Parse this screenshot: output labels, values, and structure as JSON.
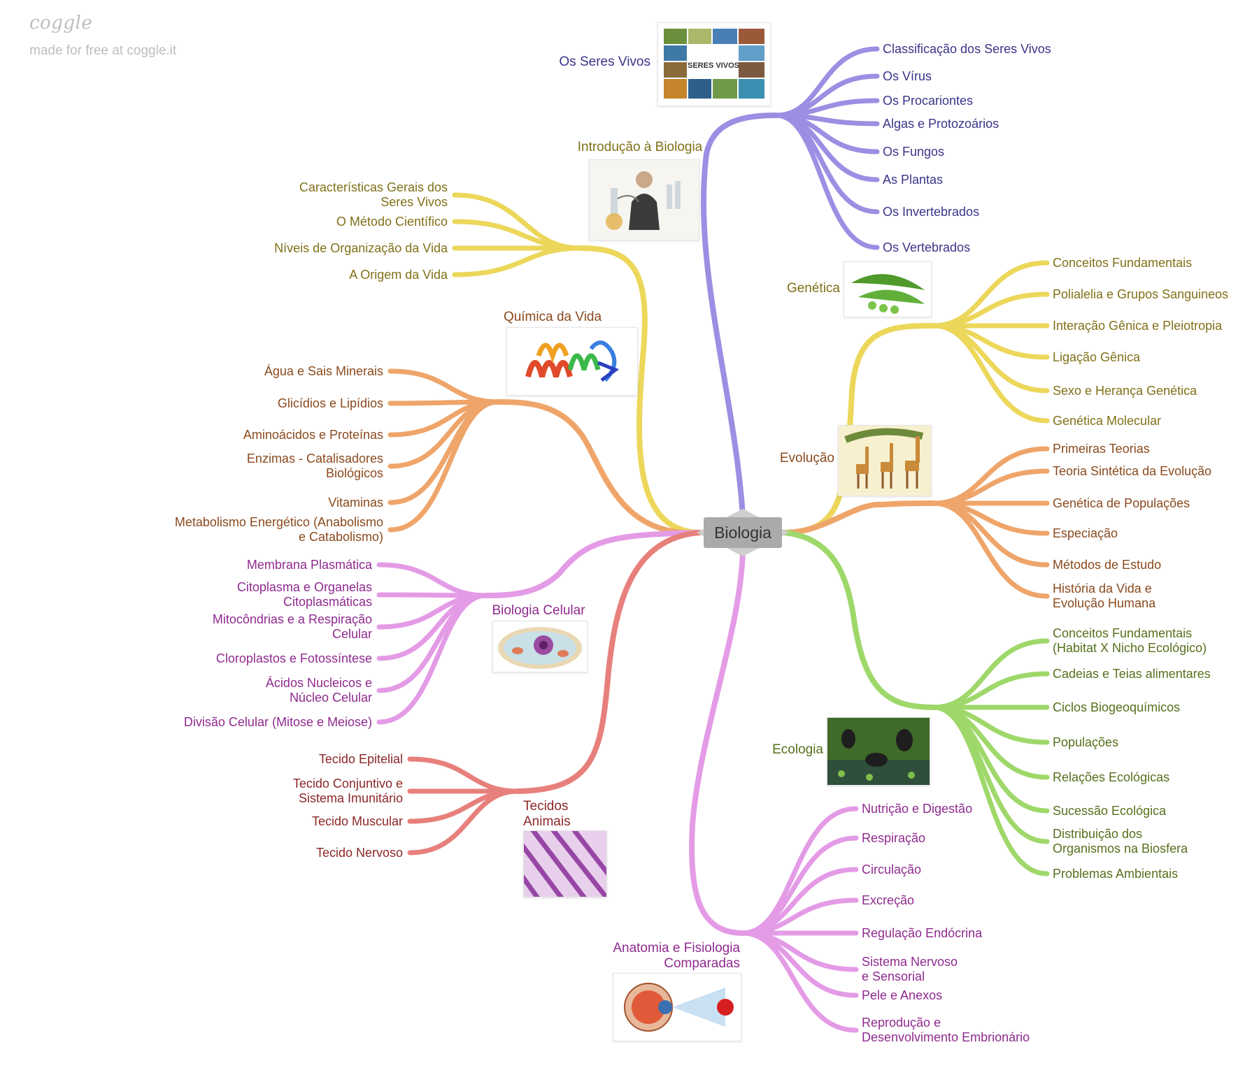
{
  "brand": {
    "logo": "coggle",
    "tagline": "made for free at coggle.it"
  },
  "root": {
    "label": "Biologia"
  },
  "colors": {
    "purple": "#9d8ee3",
    "yellow": "#ecd75a",
    "orange": "#efa56a",
    "pink": "#e49be6",
    "red": "#e7807c",
    "green": "#9fd86a"
  },
  "branches": {
    "seres_vivos": {
      "title": "Os Seres Vivos",
      "image_icon": "seres-vivos-collage",
      "image_text": "SERES VIVOS",
      "items": [
        "Classificação dos Seres Vivos",
        "Os Vírus",
        "Os Procariontes",
        "Algas e Protozoários",
        "Os Fungos",
        "As Plantas",
        "Os Invertebrados",
        "Os Vertebrados"
      ]
    },
    "introducao": {
      "title": "Introdução à Biologia",
      "image_icon": "scientist-lab-illustration",
      "items": [
        "Características Gerais dos|Seres Vivos",
        "O Método Científico",
        "Níveis de Organização da Vida",
        "A Origem da Vida"
      ]
    },
    "quimica": {
      "title": "Química da Vida",
      "image_icon": "protein-structure-image",
      "items": [
        "Água e Sais Minerais",
        "Glicídios e Lipídios",
        "Aminoácidos e Proteínas",
        "Enzimas - Catalisadores|Biológicos",
        "Vitaminas",
        "Metabolismo Energético (Anabolismo|e Catabolismo)"
      ]
    },
    "celular": {
      "title": "Biologia Celular",
      "image_icon": "cell-illustration",
      "items": [
        "Membrana Plasmática",
        "Citoplasma e Organelas|Citoplasmáticas",
        "Mitocôndrias e a Respiração|Celular",
        "Cloroplastos e Fotossíntese",
        "Ácidos Nucleicos e|Núcleo Celular",
        "Divisão Celular (Mitose e Meiose)"
      ]
    },
    "tecidos": {
      "title": "Tecidos|Animais",
      "image_icon": "muscle-tissue-image",
      "items": [
        "Tecido Epitelial",
        "Tecido Conjuntivo e|Sistema Imunitário",
        "Tecido Muscular",
        "Tecido Nervoso"
      ]
    },
    "anatomia": {
      "title": "Anatomia e Fisiologia|Comparadas",
      "image_icon": "eye-anatomy-diagram",
      "items": [
        "Nutrição e Digestão",
        "Respiração",
        "Circulação",
        "Excreção",
        "Regulação Endócrina",
        "Sistema Nervoso|e Sensorial",
        "Pele e Anexos",
        "Reprodução e|Desenvolvimento Embrionário"
      ]
    },
    "genetica": {
      "title": "Genética",
      "image_icon": "pea-pods-image",
      "items": [
        "Conceitos Fundamentais",
        "Polialelia e Grupos Sanguineos",
        "Interação Gênica e Pleiotropia",
        "Ligação Gênica",
        "Sexo e Herança Genética",
        "Genética Molecular"
      ]
    },
    "evolucao": {
      "title": "Evolução",
      "image_icon": "giraffes-illustration",
      "items": [
        "Primeiras Teorias",
        "Teoria Sintética da Evolução",
        "Genética de Populações",
        "Especiação",
        "Métodos de Estudo",
        "História da Vida e|Evolução Humana"
      ]
    },
    "ecologia": {
      "title": "Ecologia",
      "image_icon": "chimpanzees-photo",
      "items": [
        "Conceitos Fundamentais|(Habitat X Nicho Ecológico)",
        "Cadeias e Teias alimentares",
        "Ciclos Biogeoquímicos",
        "Populações",
        "Relações Ecológicas",
        "Sucessão Ecológica",
        "Distribuição dos|Organismos na Biosfera",
        "Problemas Ambientais"
      ]
    }
  }
}
